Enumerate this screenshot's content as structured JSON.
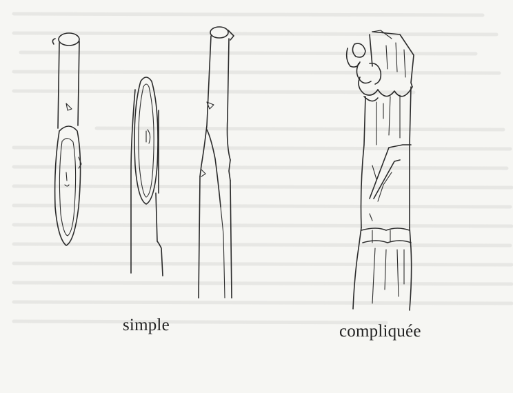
{
  "figure": {
    "captions": {
      "simple": "simple",
      "complex": "compliquée"
    },
    "sketches": [
      {
        "id": "closed-fracture-front-view",
        "group": "simple"
      },
      {
        "id": "oblique-break-side-view",
        "group": "simple"
      },
      {
        "id": "cracked-stem-with-sprout",
        "group": "simple"
      },
      {
        "id": "shattered-stem-with-splinters",
        "group": "complex"
      }
    ],
    "colors": {
      "ink": "#2a2a2a",
      "paper": "#f6f6f3",
      "bleed_text": "#d9d9d6"
    }
  }
}
